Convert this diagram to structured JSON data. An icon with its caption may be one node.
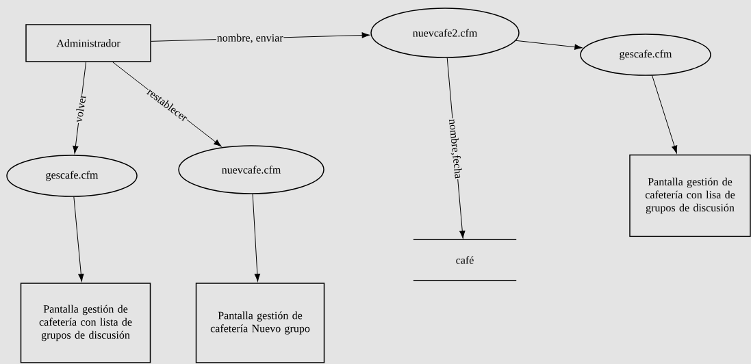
{
  "diagram": {
    "nodes": [
      {
        "text": [
          "Administrador"
        ]
      },
      {
        "text": [
          "nuevcafe2.cfm"
        ]
      },
      {
        "text": [
          "gescafe.cfm"
        ]
      },
      {
        "text": [
          "gescafe.cfm"
        ]
      },
      {
        "text": [
          "nuevcafe.cfm"
        ]
      },
      {
        "text": [
          "café"
        ]
      },
      {
        "text": [
          "Pantalla gestión de cafetería con lista de grupos de discusión"
        ]
      },
      {
        "text": [
          "Pantalla gestión de cafetería Nuevo grupo"
        ]
      },
      {
        "text": [
          "Pantalla gestión de cafetería con lisa de grupos de discusión"
        ]
      }
    ],
    "edges": [
      {
        "from": 0,
        "to": 1,
        "arrow": "to",
        "label": "nombre, enviar"
      },
      {
        "from": 0,
        "to": 3,
        "arrow": "to",
        "label": "volver"
      },
      {
        "from": 0,
        "to": 4,
        "arrow": "to",
        "label": "restablecer"
      },
      {
        "from": 1,
        "to": 2,
        "arrow": "to"
      },
      {
        "from": 1,
        "to": 5,
        "arrow": "to",
        "label": "nombre,fecha"
      },
      {
        "from": 2,
        "to": 8,
        "arrow": "to"
      },
      {
        "from": 3,
        "to": 6,
        "arrow": "to"
      },
      {
        "from": 4,
        "to": 7,
        "arrow": "to"
      }
    ]
  }
}
